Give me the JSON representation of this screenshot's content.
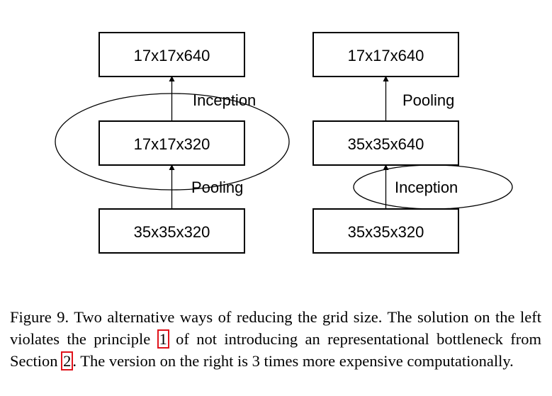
{
  "diagram": {
    "left": {
      "top_box": "17x17x640",
      "middle_box": "17x17x320",
      "bottom_box": "35x35x320",
      "upper_edge_label": "Inception",
      "lower_edge_label": "Pooling"
    },
    "right": {
      "top_box": "17x17x640",
      "middle_box": "35x35x640",
      "bottom_box": "35x35x320",
      "upper_edge_label": "Pooling",
      "lower_edge_label": "Inception"
    }
  },
  "caption": {
    "part1": "Figure 9. Two alternative ways of reducing the grid size. The solution on the left violates the principle ",
    "ref1": "1",
    "part2": " of not introducing an representational bottleneck from Section ",
    "ref2": "2",
    "part3": ". The version on the right is 3 times more expensive computationally."
  },
  "colors": {
    "ref_box": "#e0131b"
  }
}
